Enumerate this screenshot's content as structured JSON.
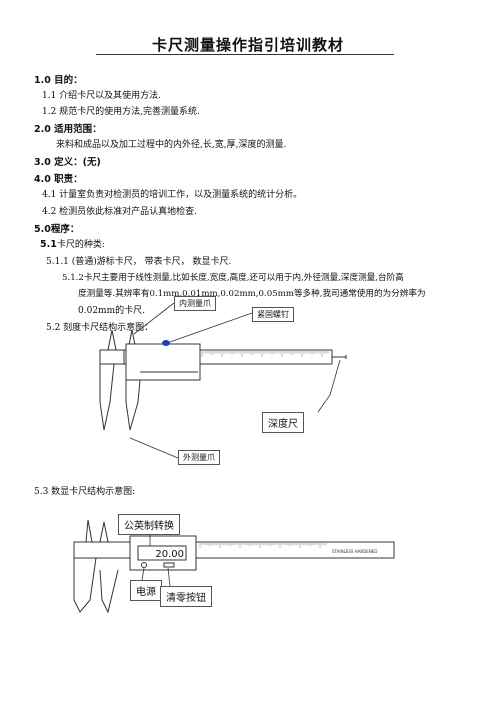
{
  "title": "卡尺测量操作指引培训教材",
  "sections": {
    "s1_heading": "1.0 目的：",
    "s1_1": "1.1 介绍卡尺以及其使用方法.",
    "s1_2": "1.2 规范卡尺的使用方法,完善测量系统.",
    "s2_heading": "2.0 适用范围：",
    "s2_text": "来料和成品以及加工过程中的内外径,长,宽,厚,深度的测量.",
    "s3_heading": "3.0 定义：(无)",
    "s4_heading": "4.0 职责：",
    "s4_1": "4.1 计量室负责对检测员的培训工作，以及测量系统的统计分析。",
    "s4_2": "4.2 检测员依此标准对产品认真地检查.",
    "s5_heading": "5.0程序：",
    "s5_1_num": "5.1",
    "s5_1_text": "卡尺的种类:",
    "s5_1_1": "5.1.1 (普通)游标卡尺， 带表卡尺， 数显卡尺.",
    "s5_1_2_line1": "5.1.2卡尺主要用于线性测量,比如长度,宽度,高度,还可以用于内,外径测量,深度测量,台阶高",
    "s5_1_2_line2": "度测量等.其辨率有0.1mm,0.01mm,0.02mm,0.05mm等多种,我司通常使用的为分辨率为",
    "s5_1_2_line3": "0.02mm的卡尺.",
    "s5_2": "5.2 刻度卡尺结构示意图：",
    "s5_3": "5.3 数显卡尺结构示意图:"
  },
  "diagram1_labels": {
    "inner_jaw": "内测量爪",
    "lock_screw": "紧固螺钉",
    "depth_rod": "深度尺",
    "outer_jaw": "外测量爪"
  },
  "diagram2_labels": {
    "unit_switch": "公英制转换",
    "power": "电源",
    "zero_button": "清零按钮",
    "display_value": "20.00",
    "brand_text": "STAINLESS  HARDENED"
  },
  "colors": {
    "text": "#111111",
    "line": "#333333",
    "accent_blue": "#1b3fbf"
  }
}
